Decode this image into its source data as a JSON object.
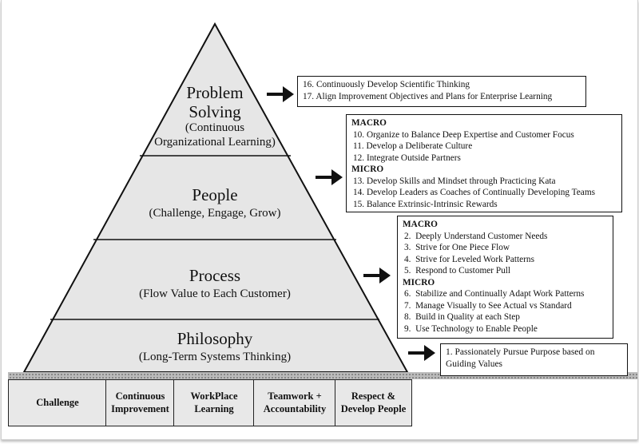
{
  "pyramid": {
    "problem_solving": {
      "title_1": "Problem",
      "title_2": "Solving",
      "sub_1": "(Continuous",
      "sub_2": "Organizational Learning)"
    },
    "people": {
      "title": "People",
      "sub": "(Challenge, Engage, Grow)"
    },
    "process": {
      "title": "Process",
      "sub": "(Flow Value to Each Customer)"
    },
    "philosophy": {
      "title": "Philosophy",
      "sub": "(Long-Term Systems Thinking)"
    }
  },
  "foundation": [
    "Challenge",
    "Continuous Improvement",
    "WorkPlace Learning",
    "Teamwork + Accountability",
    "Respect & Develop People"
  ],
  "boxes": {
    "problem_solving": [
      "16. Continuously Develop Scientific Thinking",
      "17. Align Improvement Objectives and Plans for Enterprise Learning"
    ],
    "people": {
      "macro_label": "MACRO",
      "macro": [
        "10. Organize to Balance Deep Expertise and Customer Focus",
        "11. Develop a Deliberate Culture",
        "12. Integrate Outside Partners"
      ],
      "micro_label": "MICRO",
      "micro": [
        "13. Develop Skills and Mindset through Practicing Kata",
        "14. Develop Leaders as Coaches of Continually Developing Teams",
        "15. Balance Extrinsic-Intrinsic Rewards"
      ]
    },
    "process": {
      "macro_label": "MACRO",
      "macro": [
        "2.  Deeply Understand Customer Needs",
        "3.  Strive for One Piece Flow",
        "4.  Strive for Leveled Work Patterns",
        "5.  Respond to Customer Pull"
      ],
      "micro_label": "MICRO",
      "micro": [
        "6.  Stabilize and Continually Adapt Work Patterns",
        "7.  Manage Visually to See Actual vs Standard",
        "8.  Build in Quality at each Step",
        "9.  Use Technology to Enable People"
      ]
    },
    "philosophy": [
      "1. Passionately Pursue Purpose based on Guiding Values"
    ]
  }
}
